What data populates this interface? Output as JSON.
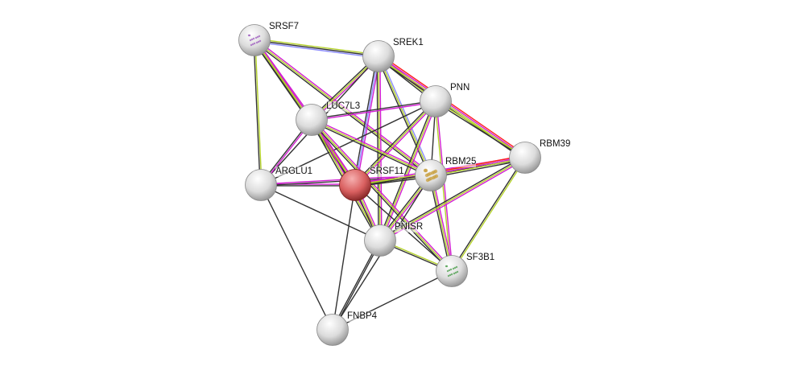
{
  "evidence_colors": {
    "k": "#333333",
    "y": "#b4d22a",
    "m": "#d21ed2",
    "b": "#8c8cff",
    "r": "#ff1e1e"
  },
  "query_color": "#d96060",
  "nodes": [
    {
      "id": "SRSF7",
      "label": "SRSF7",
      "query": false,
      "structure": "purple"
    },
    {
      "id": "SREK1",
      "label": "SREK1",
      "query": false
    },
    {
      "id": "PNN",
      "label": "PNN",
      "query": false
    },
    {
      "id": "LUC7L3",
      "label": "LUC7L3",
      "query": false
    },
    {
      "id": "RBM39",
      "label": "RBM39",
      "query": false
    },
    {
      "id": "ARGLU1",
      "label": "ARGLU1",
      "query": false
    },
    {
      "id": "SRSF11",
      "label": "SRSF11",
      "query": true
    },
    {
      "id": "RBM25",
      "label": "RBM25",
      "query": false,
      "structure": "gold"
    },
    {
      "id": "PNISR",
      "label": "PNISR",
      "query": false
    },
    {
      "id": "SF3B1",
      "label": "SF3B1",
      "query": false,
      "structure": "green"
    },
    {
      "id": "FNBP4",
      "label": "FNBP4",
      "query": false
    }
  ],
  "edges": [
    [
      "SRSF7",
      "SREK1",
      "ykb"
    ],
    [
      "SRSF7",
      "LUC7L3",
      "myk"
    ],
    [
      "SRSF7",
      "ARGLU1",
      "yk"
    ],
    [
      "SRSF7",
      "SRSF11",
      "myk"
    ],
    [
      "SRSF7",
      "RBM25",
      "myk"
    ],
    [
      "SREK1",
      "LUC7L3",
      "myk"
    ],
    [
      "SREK1",
      "PNN",
      "myk"
    ],
    [
      "SREK1",
      "RBM39",
      "rmyk"
    ],
    [
      "SREK1",
      "SRSF11",
      "mbk"
    ],
    [
      "SREK1",
      "PNISR",
      "myk"
    ],
    [
      "SREK1",
      "RBM25",
      "byk"
    ],
    [
      "SREK1",
      "ARGLU1",
      "k"
    ],
    [
      "PNN",
      "RBM39",
      "yk"
    ],
    [
      "PNN",
      "LUC7L3",
      "mk"
    ],
    [
      "PNN",
      "ARGLU1",
      "k"
    ],
    [
      "PNN",
      "SRSF11",
      "myk"
    ],
    [
      "PNN",
      "PNISR",
      "myk"
    ],
    [
      "PNN",
      "RBM25",
      "k"
    ],
    [
      "PNN",
      "SF3B1",
      "my"
    ],
    [
      "LUC7L3",
      "ARGLU1",
      "mk"
    ],
    [
      "LUC7L3",
      "SRSF11",
      "myk"
    ],
    [
      "LUC7L3",
      "PNISR",
      "myk"
    ],
    [
      "LUC7L3",
      "RBM25",
      "myk"
    ],
    [
      "LUC7L3",
      "SF3B1",
      "myk"
    ],
    [
      "ARGLU1",
      "SRSF11",
      "mk"
    ],
    [
      "ARGLU1",
      "RBM25",
      "mk"
    ],
    [
      "ARGLU1",
      "PNISR",
      "k"
    ],
    [
      "ARGLU1",
      "FNBP4",
      "k"
    ],
    [
      "SRSF11",
      "RBM25",
      "myk"
    ],
    [
      "SRSF11",
      "RBM39",
      "myk"
    ],
    [
      "SRSF11",
      "PNISR",
      "myk"
    ],
    [
      "SRSF11",
      "FNBP4",
      "k"
    ],
    [
      "SRSF11",
      "SF3B1",
      "k"
    ],
    [
      "RBM25",
      "RBM39",
      "rmyk"
    ],
    [
      "RBM25",
      "PNISR",
      "myk"
    ],
    [
      "RBM25",
      "SF3B1",
      "myk"
    ],
    [
      "RBM25",
      "FNBP4",
      "k"
    ],
    [
      "RBM39",
      "PNISR",
      "myk"
    ],
    [
      "RBM39",
      "SF3B1",
      "yk"
    ],
    [
      "PNISR",
      "SF3B1",
      "yk"
    ],
    [
      "PNISR",
      "FNBP4",
      "kk"
    ],
    [
      "SF3B1",
      "FNBP4",
      "k"
    ]
  ]
}
